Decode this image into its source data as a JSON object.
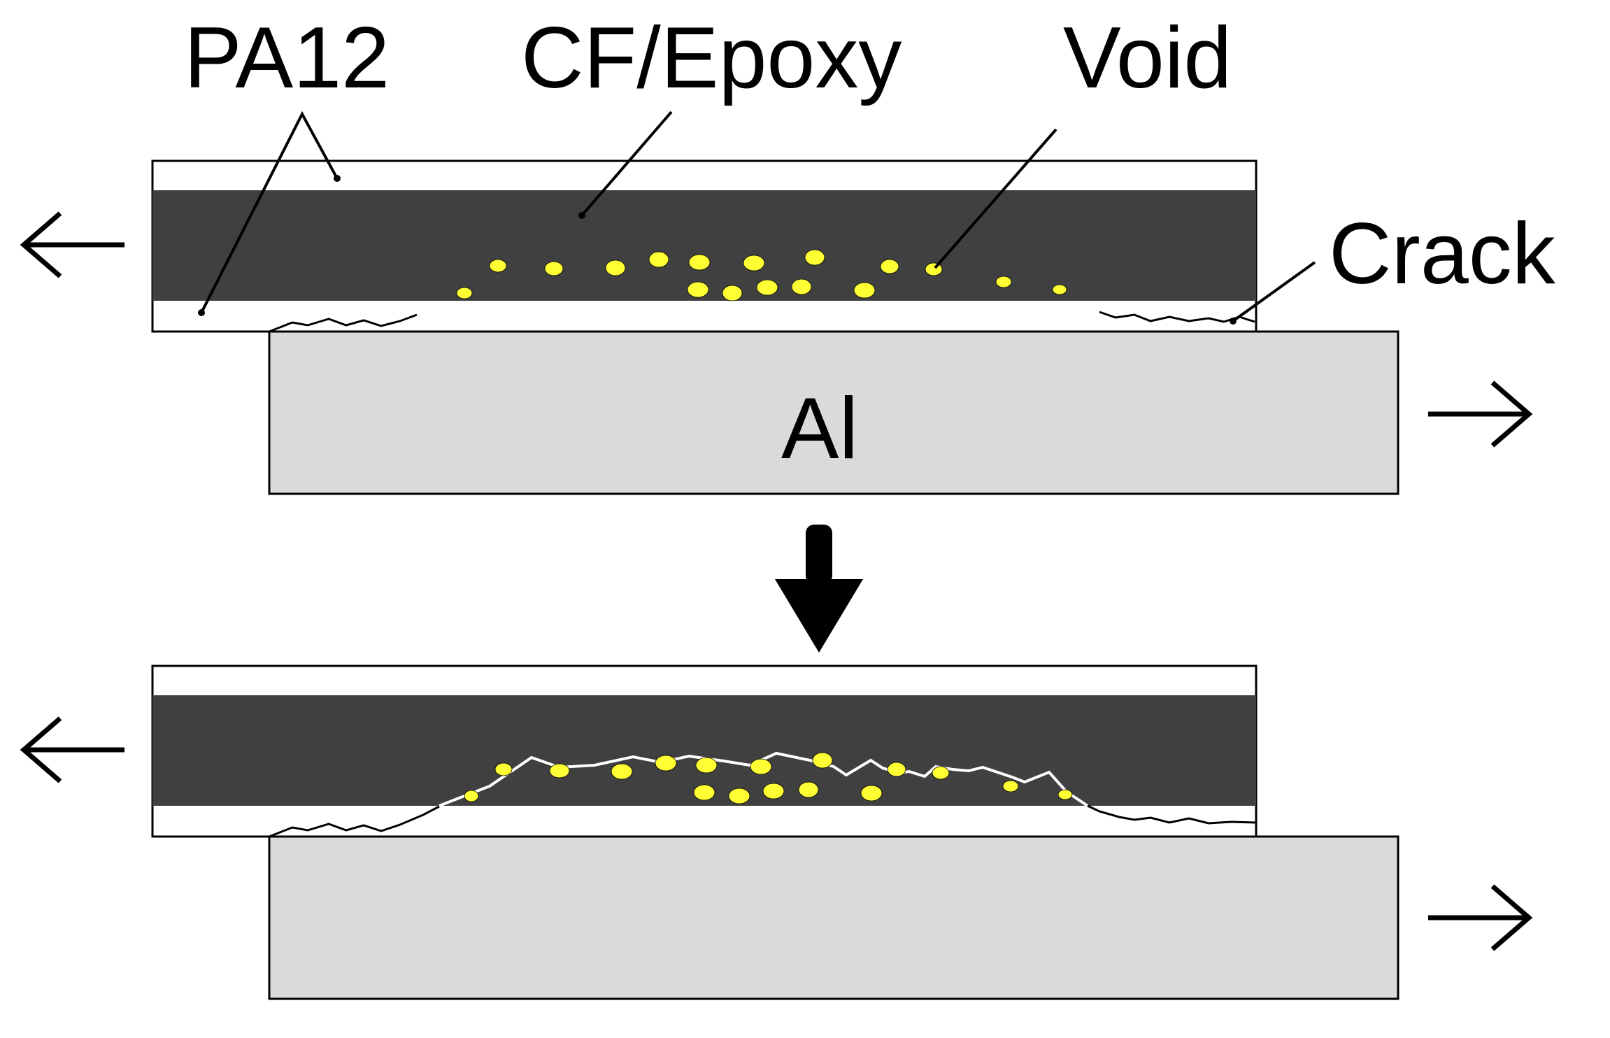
{
  "labels": {
    "pa12": "PA12",
    "cf_epoxy": "CF/Epoxy",
    "void": "Void",
    "crack": "Crack",
    "al": "Al"
  },
  "colors": {
    "pa12_layer": "#ffffff",
    "cf_epoxy_layer": "#404040",
    "al_substrate": "#d9dadb",
    "void_fill": "#ffff33",
    "outline": "#000000",
    "crack_path_in_epoxy": "#ffffff"
  },
  "icons": {
    "left_load_arrow": "arrow-left-icon",
    "right_load_arrow": "arrow-right-icon",
    "transition_arrow": "arrow-down-icon"
  }
}
